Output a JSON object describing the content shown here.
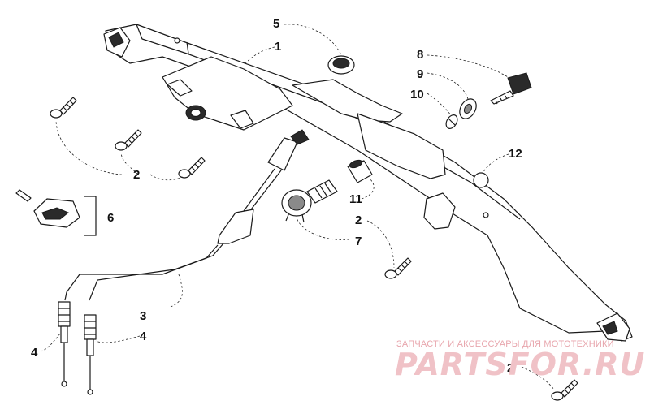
{
  "callouts": {
    "c1": "1",
    "c2a": "2",
    "c2b": "2",
    "c2c": "2",
    "c3": "3",
    "c4a": "4",
    "c4b": "4",
    "c5": "5",
    "c6": "6",
    "c7": "7",
    "c8": "8",
    "c9": "9",
    "c10": "10",
    "c11": "11",
    "c12": "12"
  },
  "watermark": {
    "caption": "ЗАПЧАСТИ И АКСЕССУАРЫ ДЛЯ МОТОТЕХНИКИ",
    "brand": "PARTSFOR.RU"
  }
}
